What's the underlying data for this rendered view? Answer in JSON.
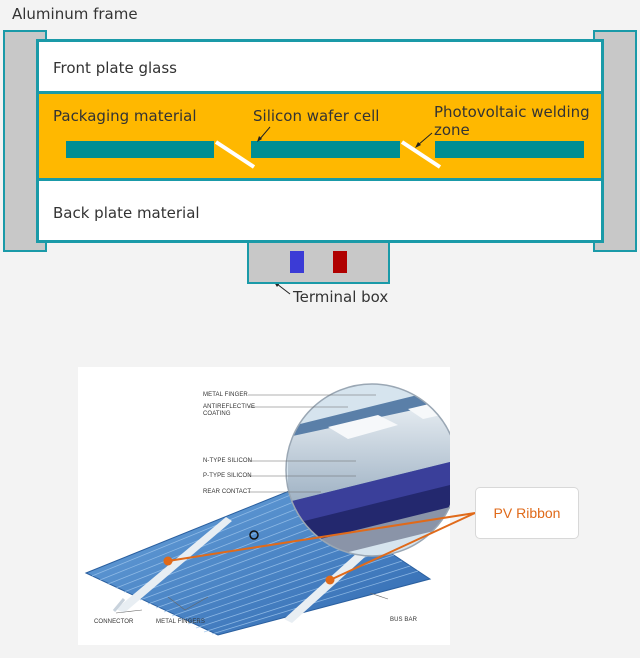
{
  "top_diagram": {
    "aluminum_frame": "Aluminum frame",
    "front_plate_glass": "Front plate glass",
    "packaging_material": "Packaging material",
    "silicon_wafer_cell": "Silicon wafer cell",
    "photovoltaic_welding_zone_line1": "Photovoltaic welding",
    "photovoltaic_welding_zone_line2": "zone",
    "back_plate_material": "Back plate material",
    "terminal_box": "Terminal box"
  },
  "bottom_diagram": {
    "metal_finger": "METAL FINGER",
    "antireflective_coating_line1": "ANTIREFLECTIVE",
    "antireflective_coating_line2": "COATING",
    "n_type_silicon": "N-TYPE SILICON",
    "p_type_silicon": "P-TYPE SILICON",
    "rear_contact": "REAR CONTACT",
    "connector": "CONNECTOR",
    "metal_fingers": "METAL FINGERS",
    "bus_bar": "BUS BAR",
    "pv_ribbon": "PV Ribbon"
  },
  "colors": {
    "frame_border": "#1a9aa8",
    "packaging": "#ffb800",
    "cell": "#008e93",
    "terminal_negative": "#3b3bd6",
    "terminal_positive": "#b00000",
    "callout": "#e06a1a",
    "panel_blue": "#3f7fc6"
  }
}
